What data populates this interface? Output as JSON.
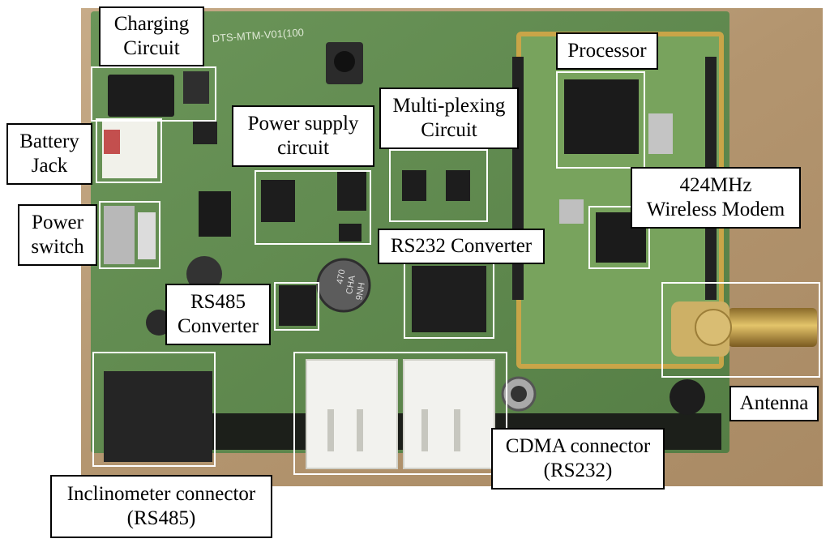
{
  "figure": {
    "description": "",
    "labels": {
      "charging_circuit": [
        "Charging",
        "Circuit"
      ],
      "battery_jack": [
        "Battery",
        "Jack"
      ],
      "power_switch": [
        "Power",
        "switch"
      ],
      "power_supply_circuit": [
        "Power supply",
        "circuit"
      ],
      "multiplexing_circuit": [
        "Multi-plexing",
        "Circuit"
      ],
      "processor": [
        "Processor"
      ],
      "wireless_modem": [
        "424MHz",
        "Wireless Modem"
      ],
      "rs232_converter": [
        "RS232 Converter"
      ],
      "rs485_converter": [
        "RS485",
        "Converter"
      ],
      "antenna": [
        "Antenna"
      ],
      "cdma_connector": [
        "CDMA connector",
        "(RS232)"
      ],
      "inclinometer_connector": [
        "Inclinometer connector",
        "(RS485)"
      ]
    },
    "board_silkscreen": "DTS-MTM-V01(100",
    "capacitor_marking": [
      "470",
      "CHA",
      "9NH"
    ],
    "colors": {
      "background_wood": "#b89a78",
      "pcb_green": "#5f8a4e",
      "module_green": "#6f9a55",
      "label_border": "#000000",
      "highlight_box": "#ffffff"
    }
  }
}
